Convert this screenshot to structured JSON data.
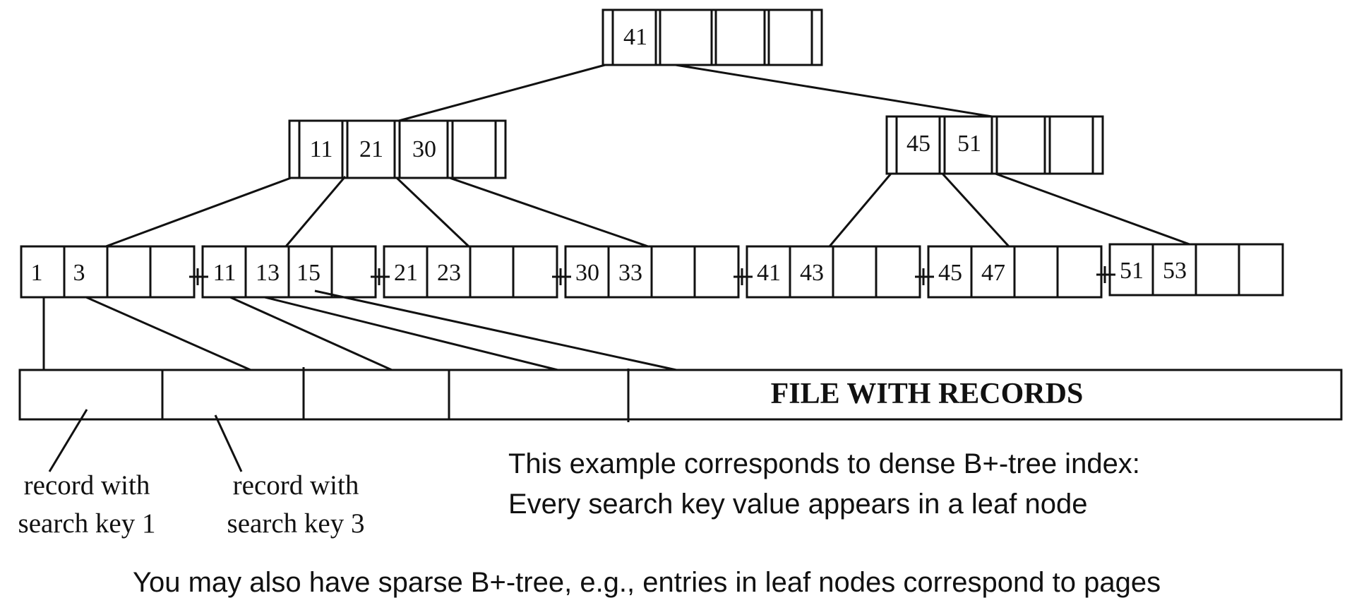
{
  "root": {
    "keys": [
      "41",
      "",
      "",
      ""
    ]
  },
  "internal_left": {
    "keys": [
      "11",
      "21",
      "30",
      ""
    ]
  },
  "internal_right": {
    "keys": [
      "45",
      "51",
      "",
      ""
    ]
  },
  "leaves": [
    {
      "keys": [
        "1",
        "3",
        "",
        ""
      ]
    },
    {
      "keys": [
        "11",
        "13",
        "15",
        ""
      ]
    },
    {
      "keys": [
        "21",
        "23",
        "",
        ""
      ]
    },
    {
      "keys": [
        "30",
        "33",
        "",
        ""
      ]
    },
    {
      "keys": [
        "41",
        "43",
        "",
        ""
      ]
    },
    {
      "keys": [
        "45",
        "47",
        "",
        ""
      ]
    },
    {
      "keys": [
        "51",
        "53",
        "",
        ""
      ]
    }
  ],
  "file": {
    "title": "FILE WITH RECORDS"
  },
  "annotations": {
    "record_key_1": [
      "record with",
      "search key 1"
    ],
    "record_key_3": [
      "record with",
      "search key 3"
    ],
    "dense_note": [
      "This example corresponds to dense B+-tree index:",
      "Every search key value appears in a leaf node"
    ],
    "sparse_note": "You may also have sparse B+-tree, e.g., entries in leaf nodes correspond to pages"
  },
  "colors": {
    "ink": "#111111",
    "background": "#ffffff"
  }
}
